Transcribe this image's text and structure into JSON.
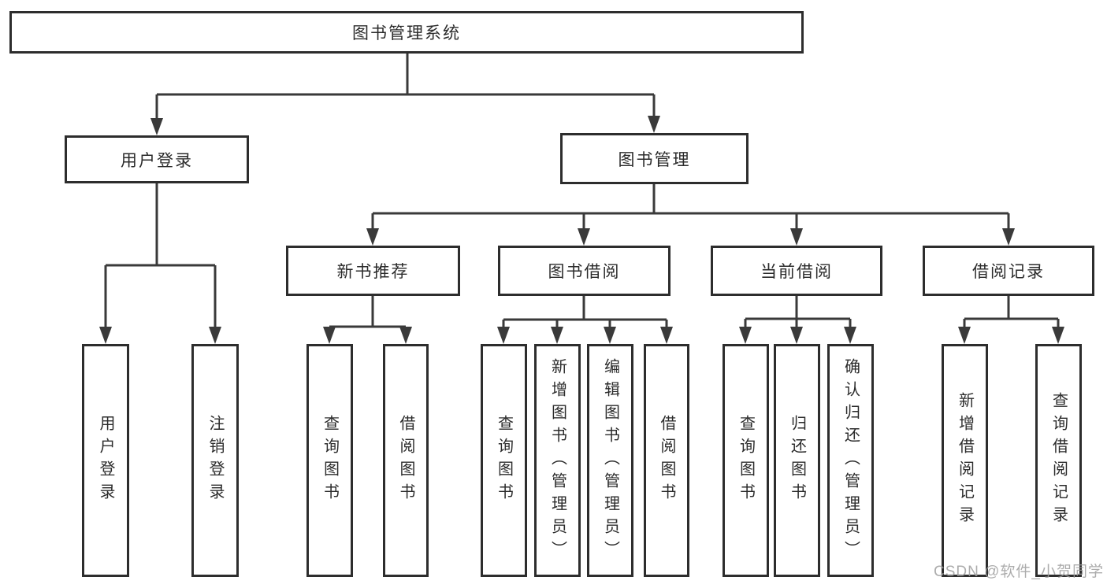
{
  "diagram": {
    "root": {
      "label": "图书管理系统"
    },
    "level2": [
      {
        "label": "用户登录"
      },
      {
        "label": "图书管理"
      }
    ],
    "level3": [
      {
        "label": "新书推荐"
      },
      {
        "label": "图书借阅"
      },
      {
        "label": "当前借阅"
      },
      {
        "label": "借阅记录"
      }
    ],
    "leaves": {
      "user_login": [
        {
          "label": "用户登录"
        },
        {
          "label": "注销登录"
        }
      ],
      "new_book": [
        {
          "label": "查询图书"
        },
        {
          "label": "借阅图书"
        }
      ],
      "borrow": [
        {
          "label": "查询图书"
        },
        {
          "label": "新增图书（管理员）"
        },
        {
          "label": "编辑图书（管理员）"
        },
        {
          "label": "借阅图书"
        }
      ],
      "current": [
        {
          "label": "查询图书"
        },
        {
          "label": "归还图书"
        },
        {
          "label": "确认归还（管理员）"
        }
      ],
      "records": [
        {
          "label": "新增借阅记录"
        },
        {
          "label": "查询借阅记录"
        }
      ]
    }
  },
  "watermark": {
    "text": "CSDN @软件_小贺同学"
  },
  "colors": {
    "line": "#3a3a3a",
    "border": "#2d2d2d",
    "text": "#2b2b2b",
    "watermark": "#9e9e9e",
    "background": "#ffffff"
  }
}
